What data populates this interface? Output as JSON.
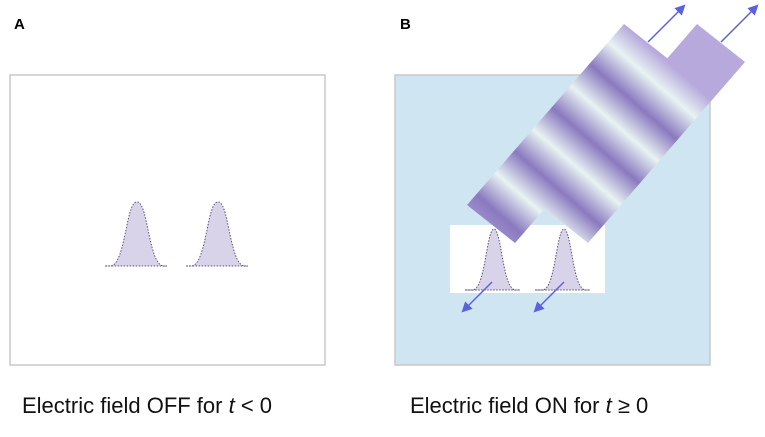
{
  "panels": [
    {
      "letter": "A",
      "caption": {
        "prefix": "Electric field OFF for ",
        "variable": "t",
        "suffix": " < 0"
      }
    },
    {
      "letter": "B",
      "caption": {
        "prefix": "Electric field ON for ",
        "variable": "t",
        "suffix": " ≥ 0"
      }
    }
  ],
  "colors": {
    "frame_border": "#c8c8c8",
    "field_background": "#cfe6f2",
    "peak_fill": "#d9d3ea",
    "peak_outline": "#5a5080",
    "beam_dark": "#8a79bf",
    "beam_light": "#e8f3f2",
    "arrow": "#5a62e0"
  },
  "icons": {
    "peaks": "gaussian-wavepacket",
    "beams": "emission-beam",
    "arrows": "direction-arrow"
  }
}
